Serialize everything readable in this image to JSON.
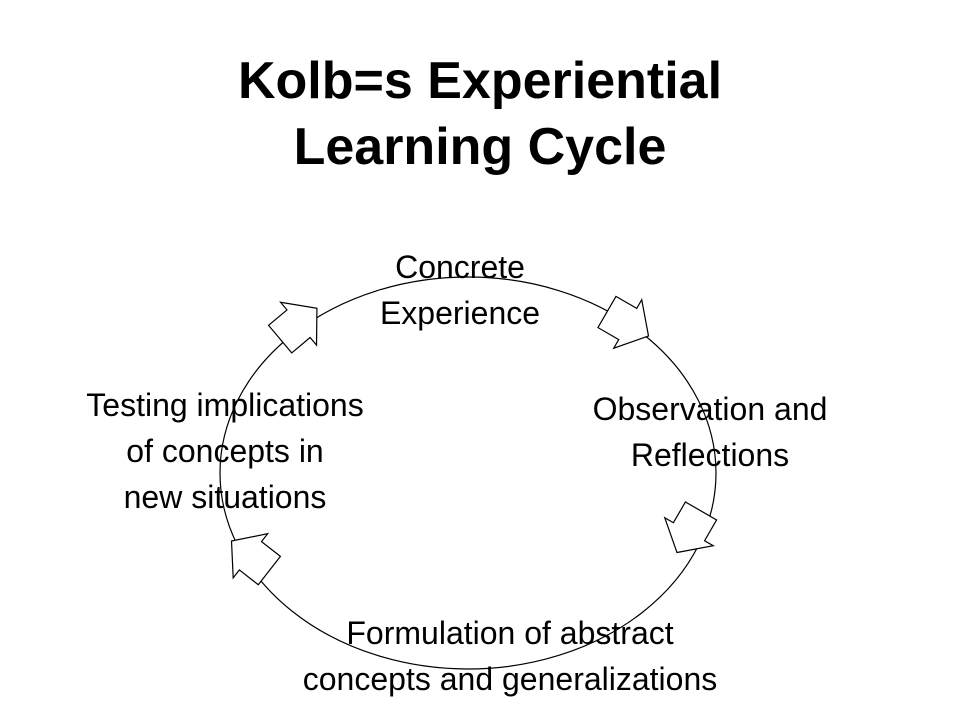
{
  "title": {
    "line1": "Kolb=s Experiential",
    "line2": "Learning Cycle"
  },
  "stages": {
    "top": {
      "line1": "Concrete",
      "line2": "Experience"
    },
    "right": {
      "line1": "Observation and",
      "line2": "Reflections"
    },
    "bottom": {
      "line1": "Formulation of abstract",
      "line2": "concepts and generalizations"
    },
    "left": {
      "line1": "Testing implications",
      "line2": "of concepts in",
      "line3": "new situations"
    }
  },
  "colors": {
    "line": "#000000",
    "arrow_fill": "#ffffff",
    "background": "#ffffff"
  },
  "icons": {
    "cycle_arrows": "block-arrow-icon"
  }
}
